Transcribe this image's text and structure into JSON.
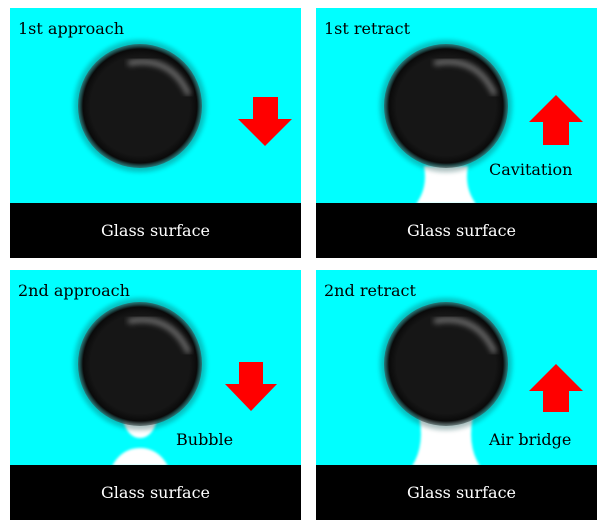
{
  "colors": {
    "liquid": "#00ffff",
    "surface": "#000000",
    "arrow": "#ff0000",
    "air": "#ffffff",
    "sphere": "#141414"
  },
  "panels": [
    {
      "title": "1st approach",
      "arrow": "down",
      "note": "",
      "surface_label": "Glass surface"
    },
    {
      "title": "1st retract",
      "arrow": "up",
      "note": "Cavitation",
      "surface_label": "Glass surface"
    },
    {
      "title": "2nd approach",
      "arrow": "down",
      "note": "Bubble",
      "surface_label": "Glass surface"
    },
    {
      "title": "2nd retract",
      "arrow": "up",
      "note": "Air bridge",
      "surface_label": "Glass surface"
    }
  ]
}
